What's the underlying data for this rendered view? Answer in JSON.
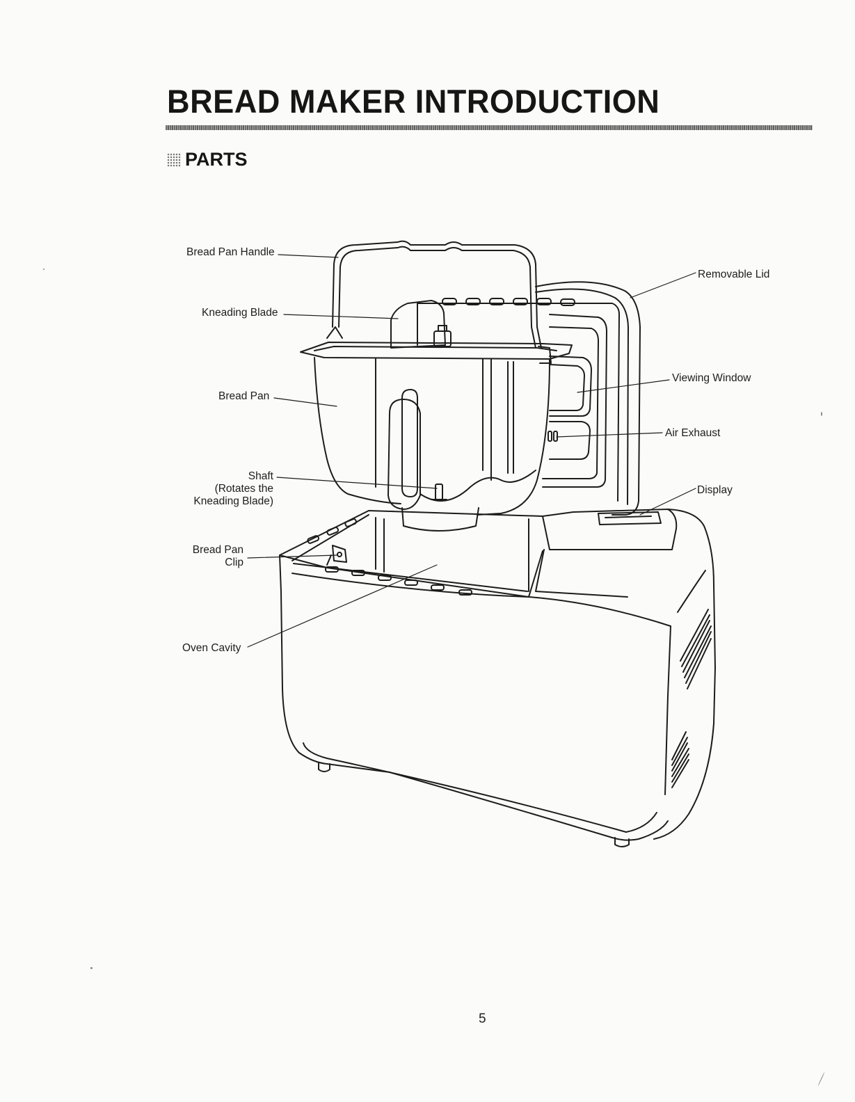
{
  "title": "BREAD MAKER INTRODUCTION",
  "section": {
    "label": "PARTS",
    "icon": "bullet-icon"
  },
  "labels": {
    "bread_pan_handle": "Bread Pan Handle",
    "kneading_blade": "Kneading Blade",
    "bread_pan": "Bread Pan",
    "shaft": "Shaft\n(Rotates the\nKneading Blade)",
    "bread_pan_clip": "Bread Pan\nClip",
    "oven_cavity": "Oven Cavity",
    "removable_lid": "Removable Lid",
    "viewing_window": "Viewing Window",
    "air_exhaust": "Air Exhaust",
    "display": "Display"
  },
  "page_number": "5"
}
